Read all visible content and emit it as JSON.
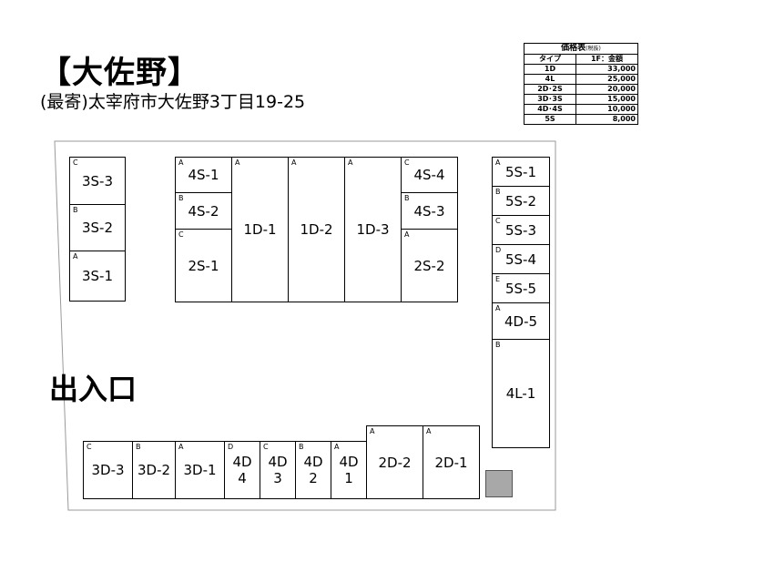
{
  "header": {
    "title": "【大佐野】",
    "address": "(最寄)太宰府市大佐野3丁目19-25"
  },
  "entrance_label": "出入口",
  "price_table": {
    "caption": "価格表",
    "note": "(税抜)",
    "col_type": "タイプ",
    "col_price": "1F：金額",
    "rows": [
      {
        "type": "1D",
        "price": "33,000"
      },
      {
        "type": "4L",
        "price": "25,000"
      },
      {
        "type": "2D･2S",
        "price": "20,000"
      },
      {
        "type": "3D･3S",
        "price": "15,000"
      },
      {
        "type": "4D･4S",
        "price": "10,000"
      },
      {
        "type": "5S",
        "price": "8,000"
      }
    ]
  },
  "units": [
    {
      "g": "C",
      "label": "3S-3"
    },
    {
      "g": "B",
      "label": "3S-2"
    },
    {
      "g": "A",
      "label": "3S-1"
    },
    {
      "g": "A",
      "label": "4S-1"
    },
    {
      "g": "B",
      "label": "4S-2"
    },
    {
      "g": "C",
      "label": "2S-1"
    },
    {
      "g": "A",
      "label": "1D-1"
    },
    {
      "g": "A",
      "label": "1D-2"
    },
    {
      "g": "A",
      "label": "1D-3"
    },
    {
      "g": "C",
      "label": "4S-4"
    },
    {
      "g": "B",
      "label": "4S-3"
    },
    {
      "g": "A",
      "label": "2S-2"
    },
    {
      "g": "A",
      "label": "5S-1"
    },
    {
      "g": "B",
      "label": "5S-2"
    },
    {
      "g": "C",
      "label": "5S-3"
    },
    {
      "g": "D",
      "label": "5S-4"
    },
    {
      "g": "E",
      "label": "5S-5"
    },
    {
      "g": "A",
      "label": "4D-5"
    },
    {
      "g": "B",
      "label": "4L-1"
    },
    {
      "g": "C",
      "label": "3D-3"
    },
    {
      "g": "B",
      "label": "3D-2"
    },
    {
      "g": "A",
      "label": "3D-1"
    },
    {
      "g": "D",
      "label": "4D\n4"
    },
    {
      "g": "C",
      "label": "4D\n3"
    },
    {
      "g": "B",
      "label": "4D\n2"
    },
    {
      "g": "A",
      "label": "4D\n1"
    },
    {
      "g": "A",
      "label": "2D-2"
    },
    {
      "g": "A",
      "label": "2D-1"
    }
  ]
}
